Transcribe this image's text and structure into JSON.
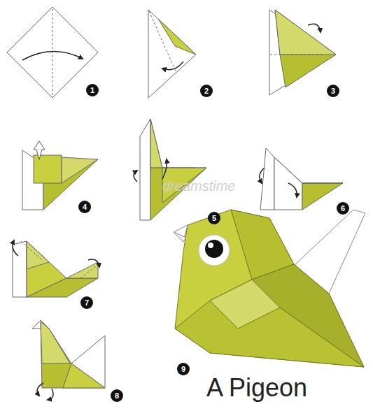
{
  "diagram": {
    "caption": "A Pigeon",
    "nodes": [
      {
        "text": [
          "1"
        ]
      },
      {
        "text": [
          "2"
        ]
      },
      {
        "text": [
          "3"
        ]
      },
      {
        "text": [
          "4"
        ]
      },
      {
        "text": [
          "5"
        ]
      },
      {
        "text": [
          "6"
        ]
      },
      {
        "text": [
          "7"
        ]
      },
      {
        "text": [
          "8"
        ]
      },
      {
        "text": [
          "9"
        ]
      }
    ],
    "labels": [
      "dreamstime"
    ]
  }
}
